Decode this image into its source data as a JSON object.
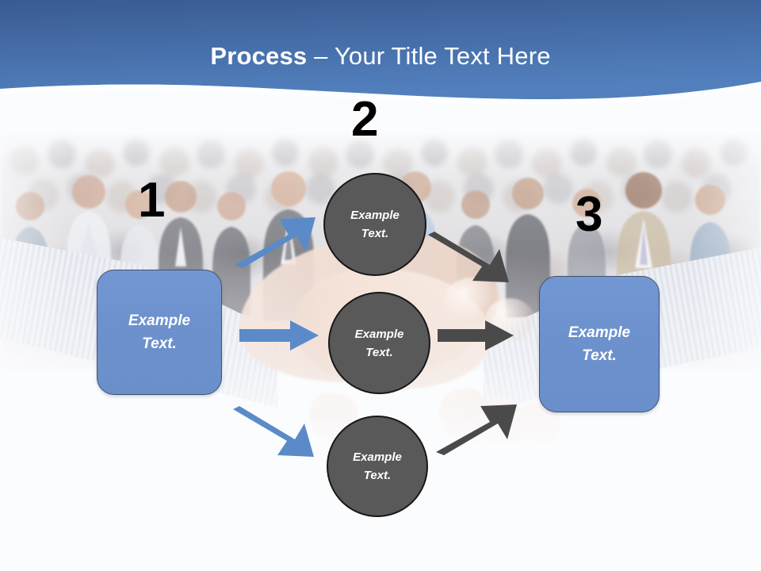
{
  "slide": {
    "title_strong": "Process",
    "title_rest": " – Your Title Text Here",
    "background_color": "#fbfcfe",
    "header_gradient_top": "#3a5a92",
    "header_gradient_bottom": "#4f7ab8"
  },
  "colors": {
    "box_blue": "#6C91CD",
    "box_border": "#41526B",
    "circle_gray": "#595959",
    "circle_border": "#171717",
    "arrow_blue": "#5B8AC8",
    "arrow_gray": "#4A4A4A",
    "number_black": "#000000",
    "title_white": "#FFFFFF"
  },
  "steps": [
    {
      "number": "1",
      "label_line1": "Example",
      "label_line2": "Text."
    },
    {
      "number": "2",
      "label_line1": "Example",
      "label_line2": "Text."
    },
    {
      "number": "3",
      "label_line1": "Example",
      "label_line2": "Text."
    }
  ],
  "nodes": {
    "left_box": {
      "line1": "Example",
      "line2": "Text."
    },
    "right_box": {
      "line1": "Example",
      "line2": "Text."
    },
    "circle_top": {
      "line1": "Example",
      "line2": "Text."
    },
    "circle_middle": {
      "line1": "Example",
      "line2": "Text."
    },
    "circle_bottom": {
      "line1": "Example",
      "line2": "Text."
    }
  },
  "arrows": [
    {
      "name": "blue-arrow-up-right",
      "color": "#5B8AC8",
      "direction": "up-right"
    },
    {
      "name": "blue-arrow-right",
      "color": "#5B8AC8",
      "direction": "right"
    },
    {
      "name": "blue-arrow-down-right",
      "color": "#5B8AC8",
      "direction": "down-right"
    },
    {
      "name": "gray-arrow-down-right",
      "color": "#4A4A4A",
      "direction": "down-right"
    },
    {
      "name": "gray-arrow-right",
      "color": "#4A4A4A",
      "direction": "right"
    },
    {
      "name": "gray-arrow-up-right",
      "color": "#4A4A4A",
      "direction": "up-right"
    }
  ],
  "imagery": {
    "background_photo": "crowd-of-business-people",
    "foreground_photo": "handshake"
  }
}
